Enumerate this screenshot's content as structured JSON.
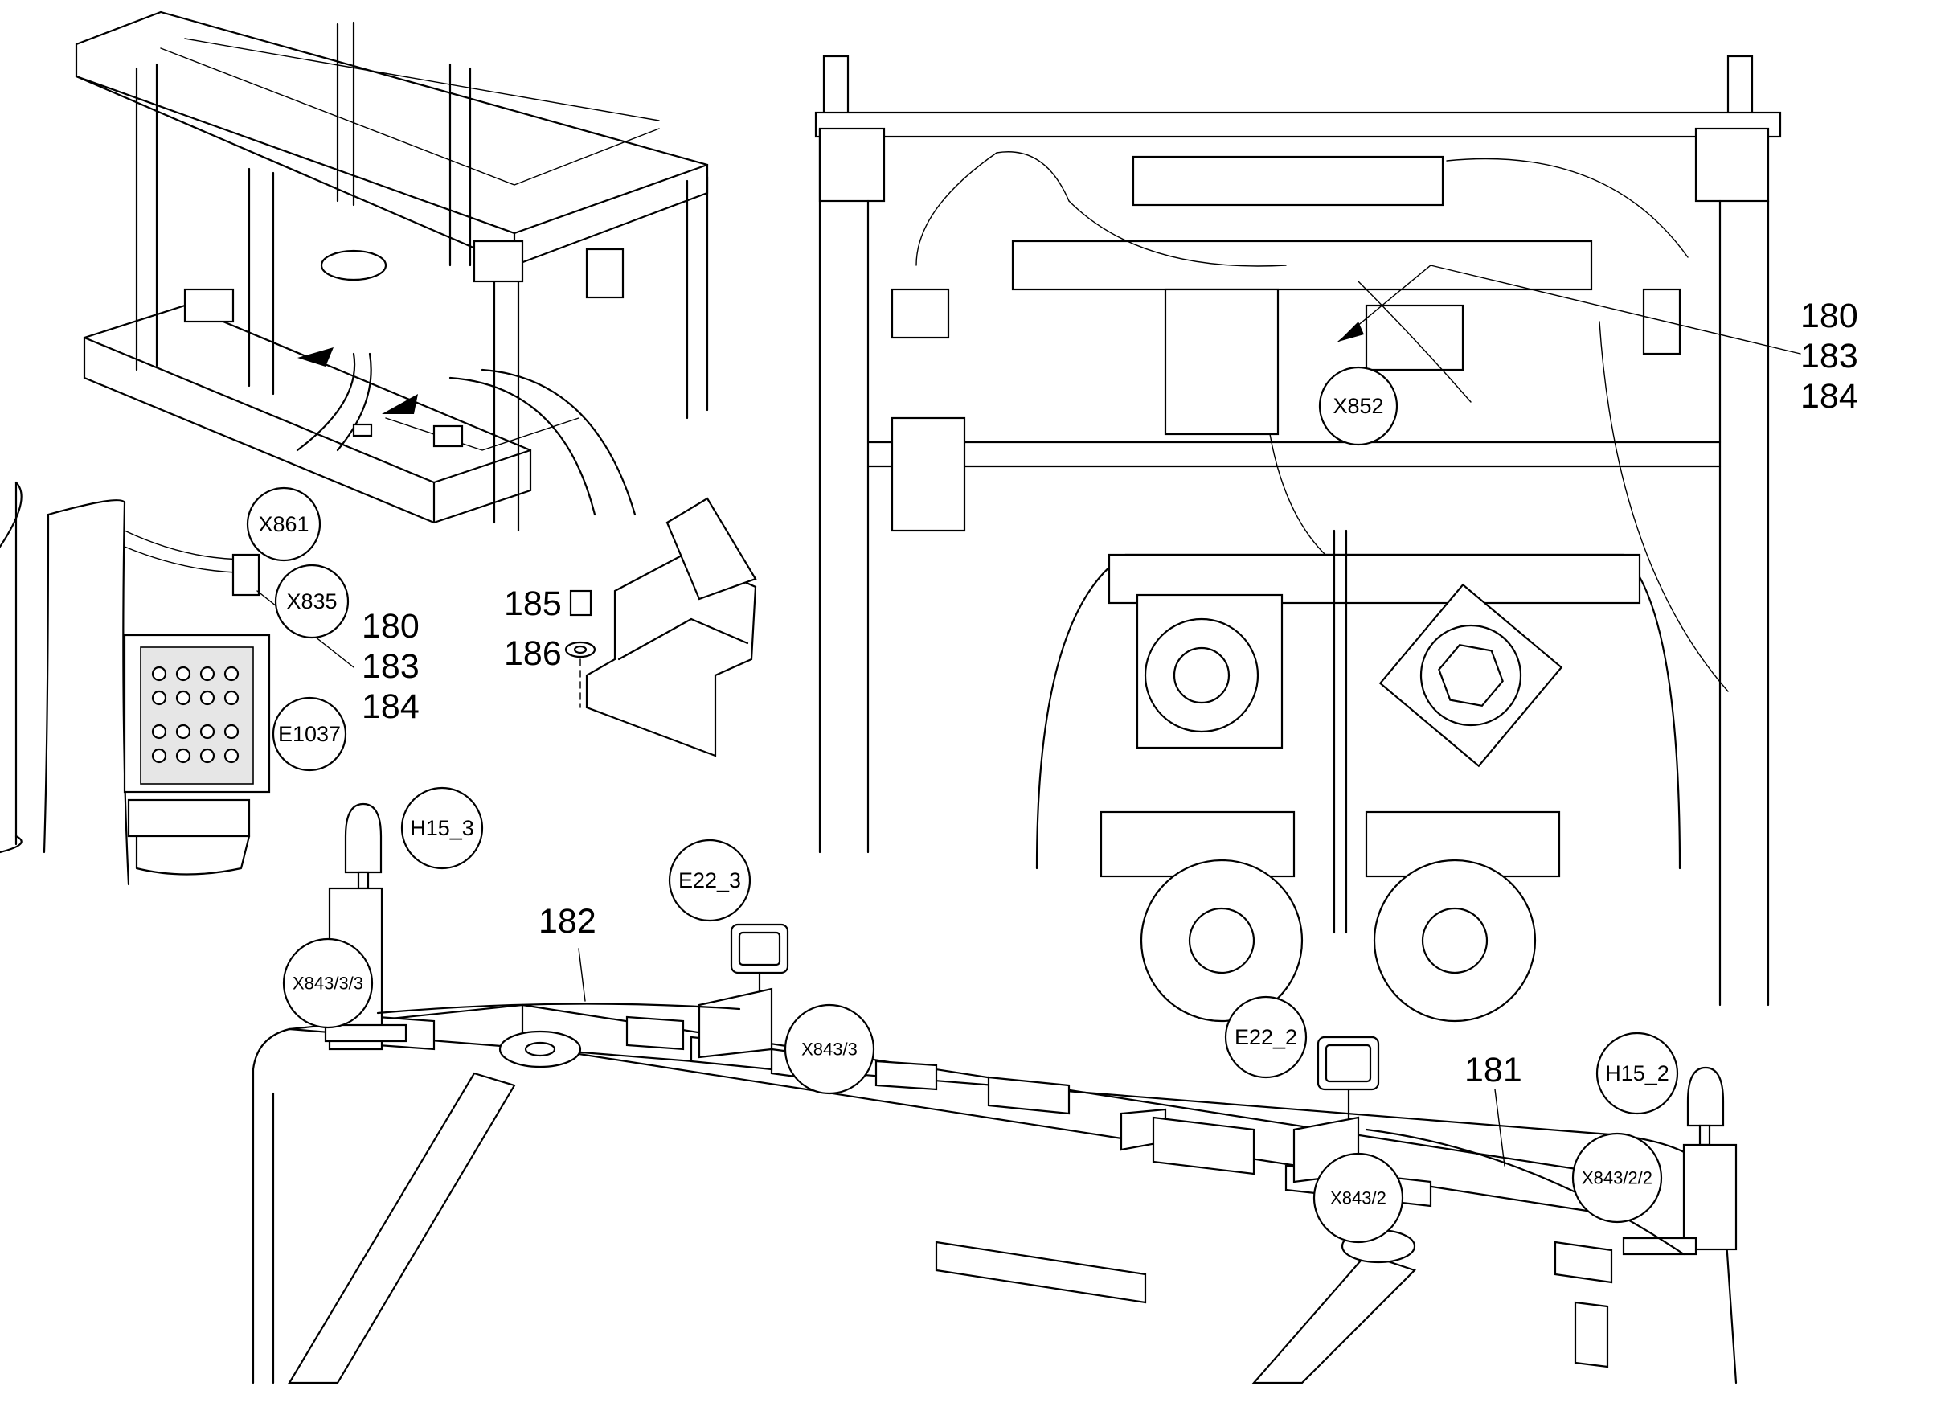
{
  "callouts": {
    "x861": "X861",
    "x835": "X835",
    "e1037": "E1037",
    "h15_3": "H15_3",
    "e22_3": "E22_3",
    "x843_3_3": "X843/3/3",
    "x843_3": "X843/3",
    "x852": "X852",
    "e22_2": "E22_2",
    "h15_2": "H15_2",
    "x843_2_2": "X843/2/2",
    "x843_2": "X843/2"
  },
  "positions": {
    "group_left": [
      "180",
      "183",
      "184"
    ],
    "group_right": [
      "180",
      "183",
      "184"
    ],
    "p185": "185",
    "p186": "186",
    "p182": "182",
    "p181": "181"
  }
}
